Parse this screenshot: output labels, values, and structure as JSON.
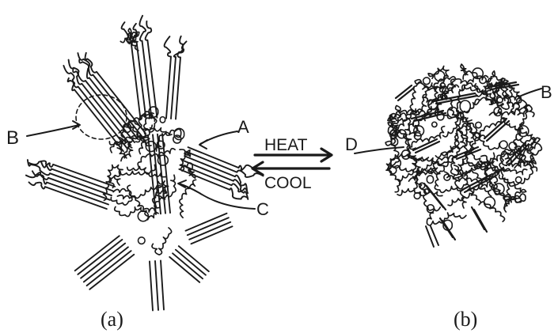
{
  "labels": {
    "A": "A",
    "B_left": "B",
    "C": "C",
    "D": "D",
    "B_right": "B"
  },
  "arrows": {
    "heat": "HEAT",
    "cool": "COOL"
  },
  "captions": {
    "a": "(a)",
    "b": "(b)"
  },
  "colors": {
    "ink": "#1a1a1a",
    "background": "#ffffff"
  }
}
